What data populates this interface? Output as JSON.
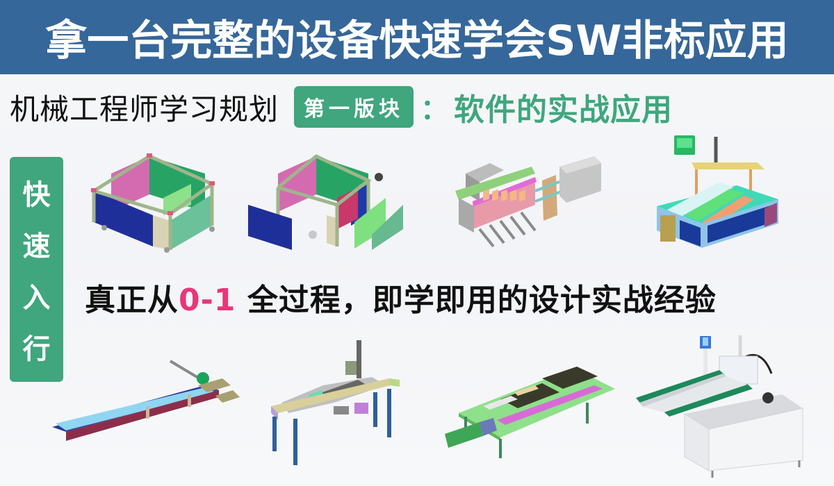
{
  "header": {
    "title": "拿一台完整的设备快速学会SW非标应用",
    "background_color": "#35679A"
  },
  "subheader": {
    "plan_label": "机械工程师学习规划",
    "badge_label": "第一版块",
    "colon": "：",
    "section_title": "软件的实战应用",
    "accent_color": "#3FA67D"
  },
  "side_tag": {
    "chars": [
      "快",
      "速",
      "入",
      "行"
    ]
  },
  "slogan": {
    "prefix": "真正从",
    "highlight": "0-1",
    "suffix": " 全过程，即学即用的设计实战经验",
    "highlight_color": "#E8367A"
  },
  "illustrations": [
    {
      "name": "machine-frame-assembled",
      "description": "aluminum profile frame cabinet with colored panels"
    },
    {
      "name": "machine-frame-exploded",
      "description": "frame cabinet with exploded side panels"
    },
    {
      "name": "cylinder-clamp-mechanism",
      "description": "pneumatic cylinder multi-finger clamp"
    },
    {
      "name": "workstation-with-hmi",
      "description": "workstation with screen, gantry and conveyor"
    },
    {
      "name": "belt-conveyor",
      "description": "long belt conveyor with motor"
    },
    {
      "name": "gantry-pick-place",
      "description": "gantry pick-and-place on four legs"
    },
    {
      "name": "tray-fixture-table",
      "description": "tray fixture plate with servo motor"
    },
    {
      "name": "dual-conveyor-machine",
      "description": "white cabinet machine with dual conveyors and HMI"
    }
  ]
}
